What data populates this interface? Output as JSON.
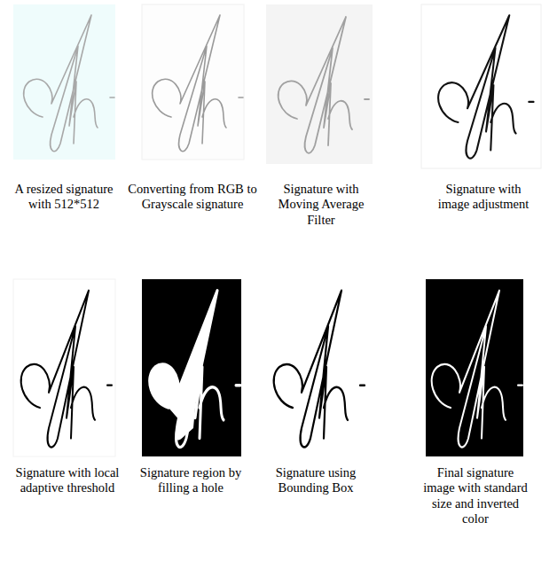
{
  "diagram": {
    "labels": [
      "A resized signature with 512*512",
      "Converting from RGB to Grayscale signature",
      "Signature with Moving Average Filter",
      "Signature with image adjustment",
      "Signature with local adaptive threshold",
      "Signature region by filling a hole",
      "Signature using Bounding Box",
      "Final signature image with standard size and inverted color"
    ]
  }
}
